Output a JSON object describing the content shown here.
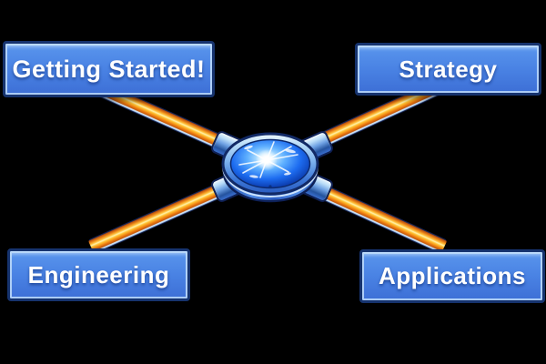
{
  "background_color": "#000000",
  "diagram": {
    "type": "mind-map",
    "hub": {
      "icon": "starburst-hub-icon"
    },
    "nodes": [
      {
        "id": "getting-started",
        "label": "Getting Started!",
        "position": "top-left"
      },
      {
        "id": "strategy",
        "label": "Strategy",
        "position": "top-right"
      },
      {
        "id": "engineering",
        "label": "Engineering",
        "position": "bottom-left"
      },
      {
        "id": "applications",
        "label": "Applications",
        "position": "bottom-right"
      }
    ],
    "colors": {
      "node_fill_top": "#74aaf2",
      "node_fill_bottom": "#3d6fd6",
      "node_border": "#16336e",
      "node_text": "#ffffff",
      "connector_orange": "#ee7d10",
      "connector_yellow_core": "#fff3ae",
      "connector_highlight": "#d9ecfb",
      "hub_lens_blue": "#1d6cf0",
      "hub_rim_light": "#b7dcf8",
      "background": "#000000"
    }
  }
}
